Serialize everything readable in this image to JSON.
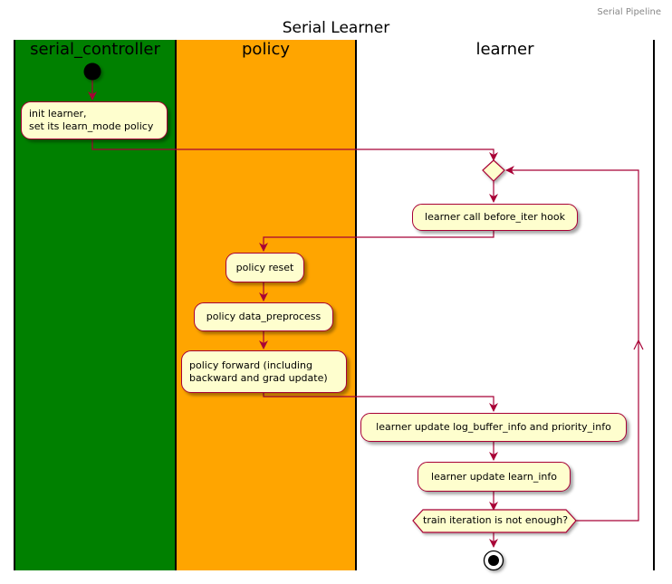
{
  "header": "Serial Pipeline",
  "title": "Serial Learner",
  "lanes": [
    {
      "name": "serial_controller",
      "color": "#008000"
    },
    {
      "name": "policy",
      "color": "#ffa500"
    },
    {
      "name": "learner",
      "color": "#ffffff"
    }
  ],
  "activities": {
    "init_learner": "init learner,\nset its learn_mode policy",
    "before_iter": "learner call before_iter hook",
    "policy_reset": "policy reset",
    "data_preprocess": "policy data_preprocess",
    "policy_forward": "policy forward (including\nbackward and grad update)",
    "update_log_buffer": "learner update log_buffer_info and priority_info",
    "update_learn_info": "learner update learn_info"
  },
  "loop_condition": "train iteration is not enough?",
  "colors": {
    "arrow": "#a80036",
    "activity_fill": "#fefece",
    "swimlane_border": "#000000"
  }
}
